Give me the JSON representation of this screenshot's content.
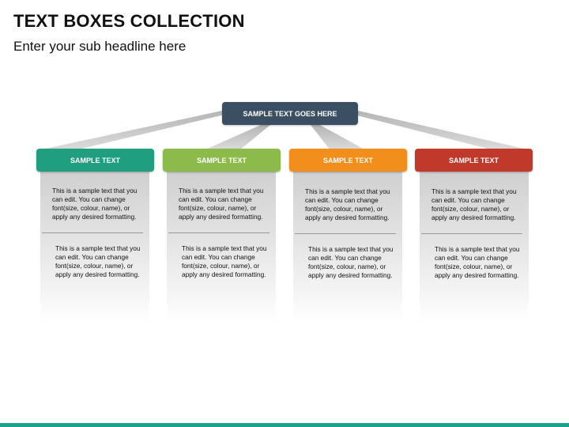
{
  "page": {
    "title": "TEXT BOXES COLLECTION",
    "subtitle": "Enter your sub headline here"
  },
  "diagram": {
    "top": {
      "label": "SAMPLE TEXT GOES HERE",
      "color": "#3b4f63"
    },
    "columns": [
      {
        "header": "SAMPLE TEXT",
        "color": "#1f9e80",
        "text1": "This is a sample text that you can edit. You can change font(size, colour, name), or apply any desired formatting.",
        "text2": "This is a sample text that you can edit. You can change font(size, colour, name), or apply any desired formatting."
      },
      {
        "header": "SAMPLE TEXT",
        "color": "#8dbb4b",
        "text1": "This is a sample text that you can edit. You can change font(size, colour, name), or apply any desired formatting.",
        "text2": "This is a sample text that you can edit. You can change font(size, colour, name), or apply any desired formatting."
      },
      {
        "header": "SAMPLE TEXT",
        "color": "#f28e1c",
        "text1": "This is a sample text that you can edit. You can change font(size, colour, name), or apply any desired formatting.",
        "text2": "This is a sample text that you can edit. You can change font(size, colour, name), or apply any desired formatting."
      },
      {
        "header": "SAMPLE TEXT",
        "color": "#c0392b",
        "text1": "This is a sample text that you can edit. You can change font(size, colour, name), or apply any desired formatting.",
        "text2": "This is a sample text that you can edit. You can change font(size, colour, name), or apply any desired formatting."
      }
    ]
  },
  "footer": {
    "bar_color": "#1aa38a"
  }
}
